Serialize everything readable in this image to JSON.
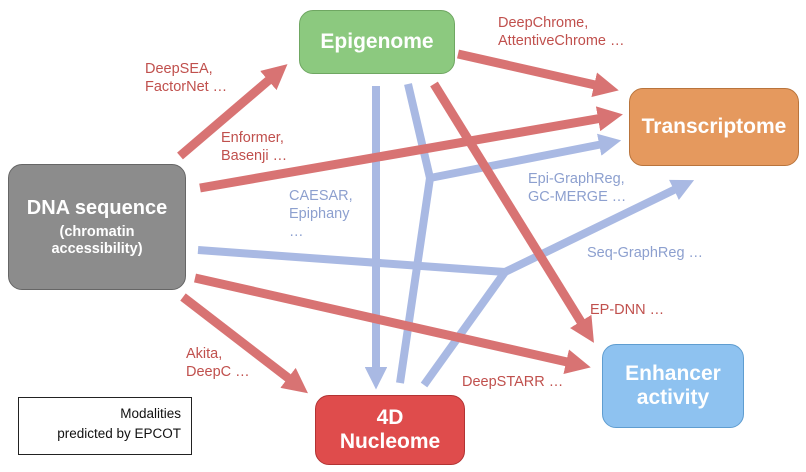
{
  "nodes": {
    "dna": {
      "title": "DNA sequence",
      "subtitle": "(chromatin\naccessibility)",
      "color": "#8c8c8c"
    },
    "epigenome": {
      "title": "Epigenome",
      "color": "#8cc97f"
    },
    "transcriptome": {
      "title": "Transcriptome",
      "color": "#e5995e"
    },
    "nucleome": {
      "title": "4D\nNucleome",
      "color": "#df4c4c"
    },
    "enhancer": {
      "title": "Enhancer\nactivity",
      "color": "#8ec2f0"
    }
  },
  "labels": {
    "deepsea": "DeepSEA,\nFactorNet …",
    "deepchrome": "DeepChrome,\nAttentiveChrome …",
    "enformer": "Enformer,\nBasenji …",
    "caesar": "CAESAR,\nEpiphany\n…",
    "epigraphreg": "Epi-GraphReg,\nGC-MERGE …",
    "seqgraphreg": "Seq-GraphReg …",
    "epdnn": "EP-DNN …",
    "akita": "Akita,\nDeepC …",
    "deepstarr": "DeepSTARR …"
  },
  "legend": {
    "text": "Modalities\npredicted by EPCOT"
  },
  "colors": {
    "red_arrow": "#d87373",
    "blue_arrow": "#a9b9e3",
    "red_text": "#c0504d",
    "blue_text": "#8da0cf"
  }
}
